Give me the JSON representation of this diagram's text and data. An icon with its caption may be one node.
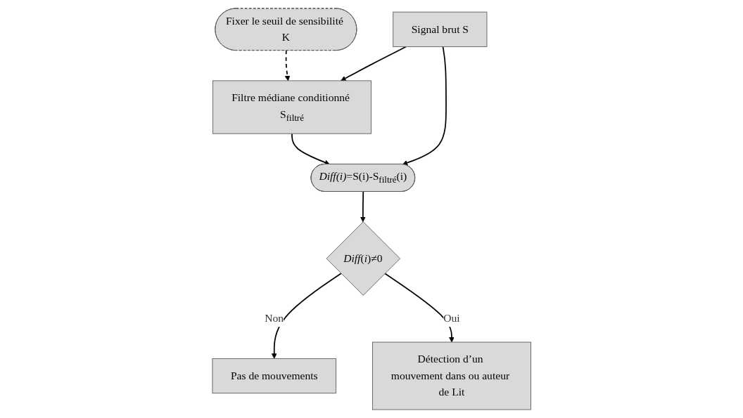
{
  "diagram": {
    "nodes": [
      {
        "text": [
          "Fixer le seuil de sensibilité K"
        ]
      },
      {
        "text": [
          "Filtre médiane conditionné S$_{filtré}$"
        ]
      },
      {
        "text": [
          "Signal brut S"
        ]
      },
      {
        "text": [
          "*Diff(i)*=S(i)-S$_{filtré}$(i)"
        ]
      },
      {
        "text": [
          "*Diff*(*i*)≠0"
        ]
      },
      {
        "text": [
          "Pas de mouvements"
        ]
      },
      {
        "text": [
          "Détection d’un mouvement dans ou auteur de Lit"
        ]
      }
    ],
    "edges": [
      {
        "from": 0,
        "to": 1,
        "arrow": "to",
        "style": "dashed"
      },
      {
        "from": 2,
        "to": 1,
        "arrow": "to"
      },
      {
        "from": 1,
        "to": 3,
        "arrow": "to"
      },
      {
        "from": 2,
        "to": 3,
        "arrow": "to"
      },
      {
        "from": 3,
        "to": 4,
        "arrow": "to"
      },
      {
        "from": 4,
        "to": 5,
        "arrow": "to",
        "label": "Non"
      },
      {
        "from": 4,
        "to": 6,
        "arrow": "to",
        "label": "Oui"
      }
    ]
  }
}
